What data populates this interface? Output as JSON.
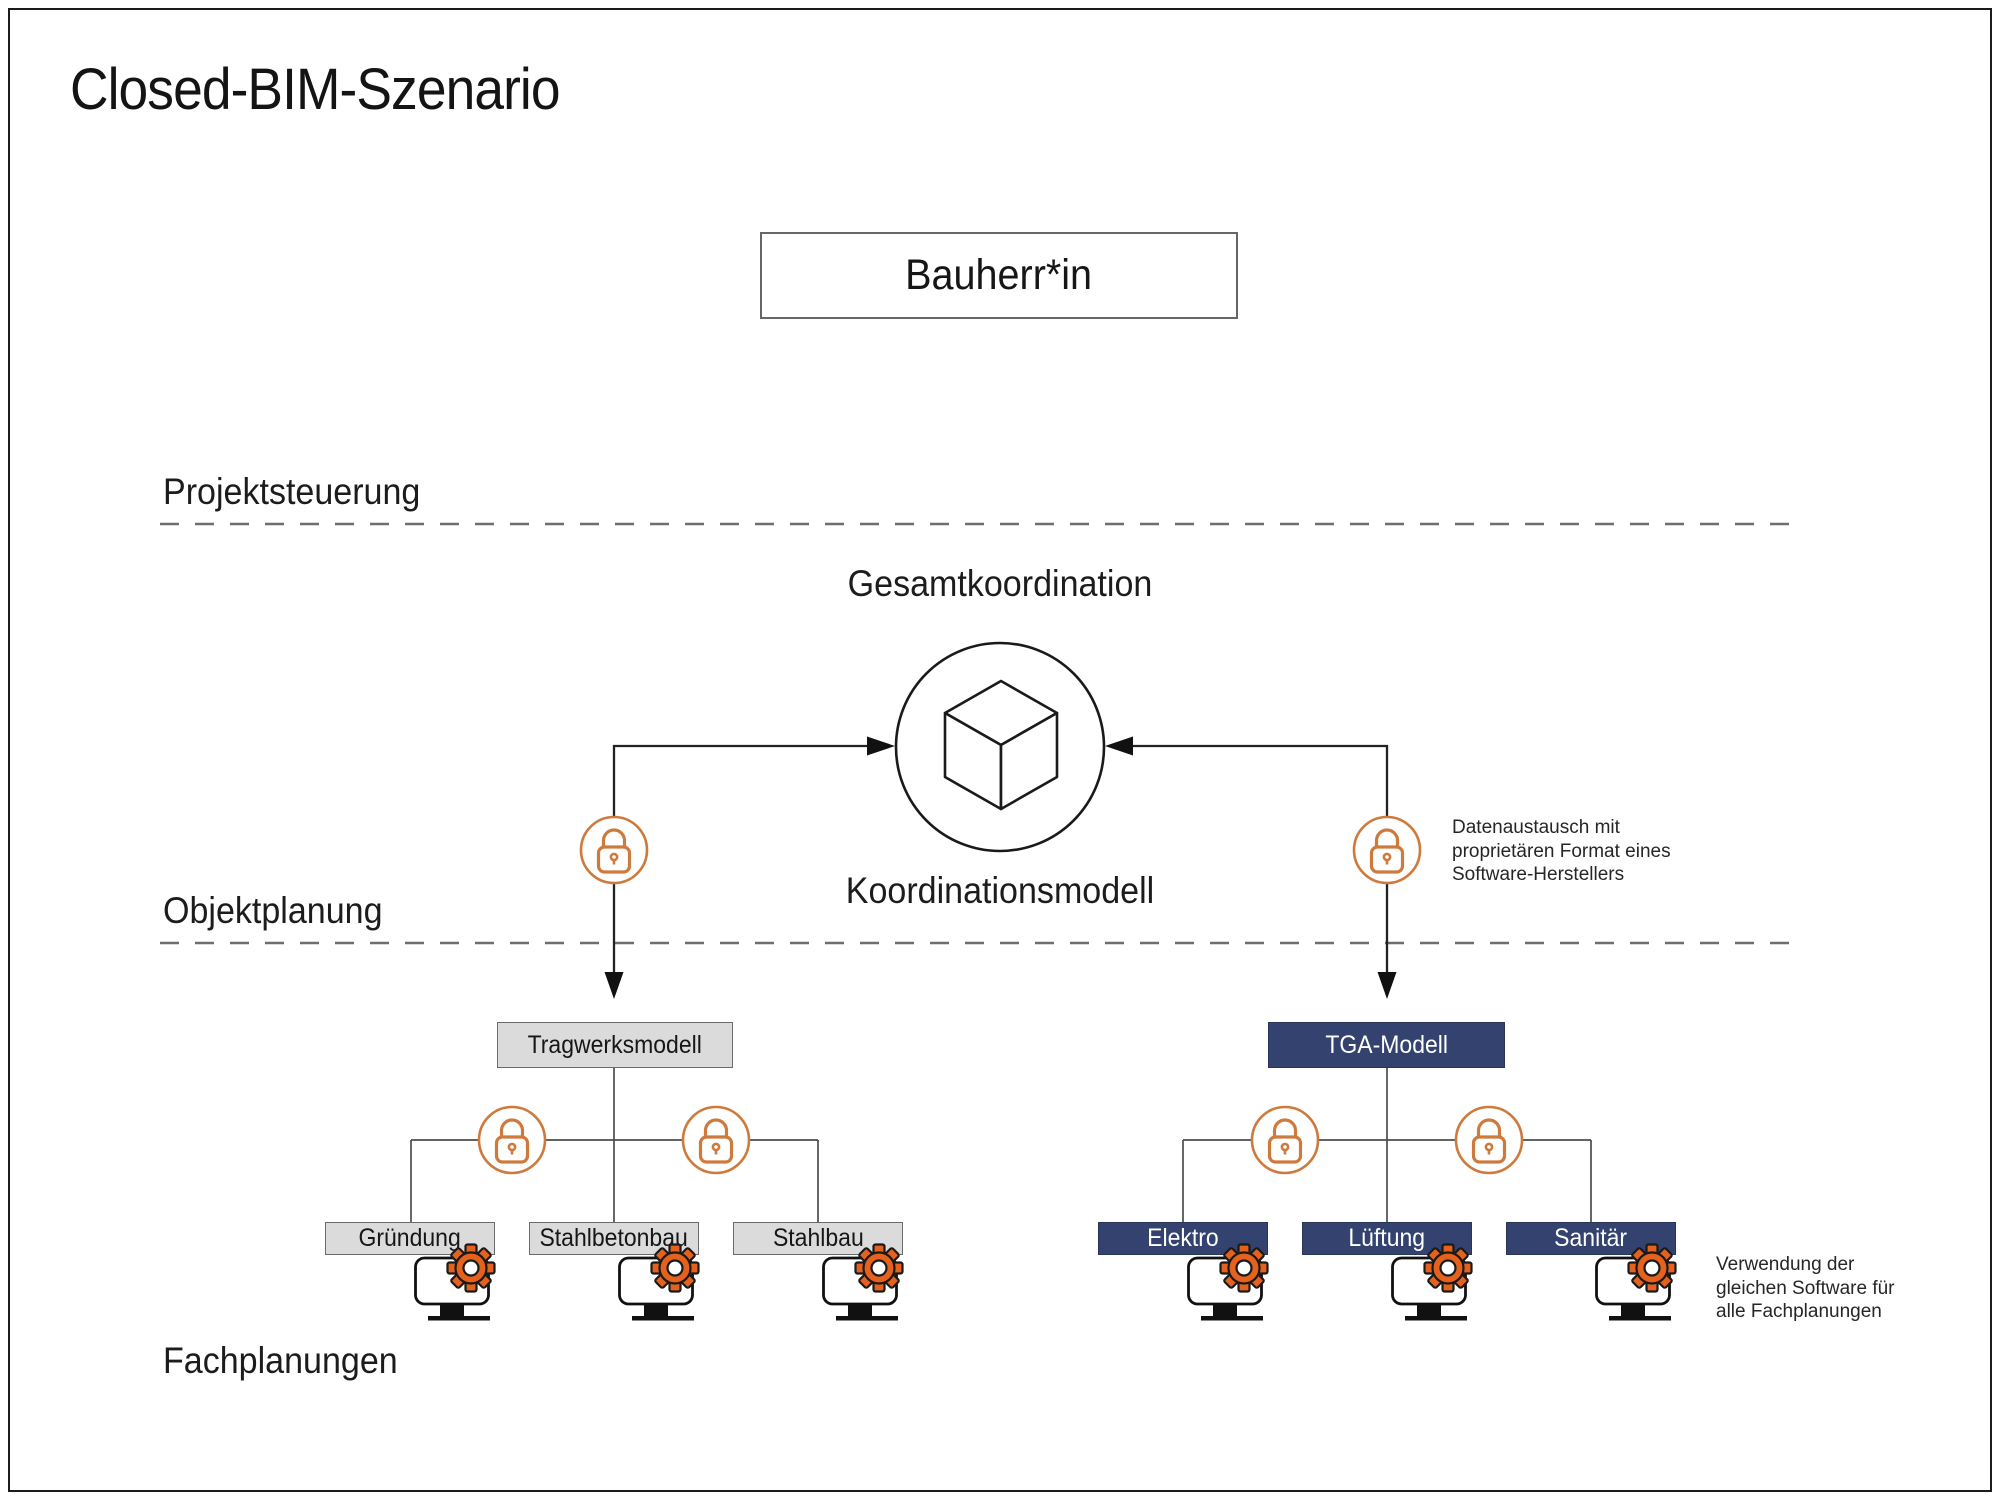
{
  "title": "Closed-BIM-Szenario",
  "bauherr": {
    "label": "Bauherr*in"
  },
  "sections": {
    "projektsteuerung": {
      "label": "Projektsteuerung"
    },
    "objektplanung": {
      "label": "Objektplanung"
    },
    "fachplanungen": {
      "label": "Fachplanungen"
    }
  },
  "coordination": {
    "top_label": "Gesamtkoordination",
    "bottom_label": "Koordinationsmodell"
  },
  "notes": {
    "data_exchange": "Datenaustausch mit\nproprietären Format eines\nSoftware-Herstellers",
    "same_software": "Verwendung der\ngleichen Software für\nalle Fachplanungen"
  },
  "left_branch": {
    "parent": "Tragwerksmodell",
    "children": [
      "Gründung",
      "Stahlbetonbau",
      "Stahlbau"
    ]
  },
  "right_branch": {
    "parent": "TGA-Modell",
    "children": [
      "Elektro",
      "Lüftung",
      "Sanitär"
    ]
  },
  "icons": {
    "cube": "cube-icon",
    "padlock": "padlock-icon",
    "workstation": "workstation-gear-icon"
  },
  "colors": {
    "navy": "#33426e",
    "box_gray": "#dbdbdb",
    "lock_orange": "#cf7a3d",
    "gear_orange": "#e4621d",
    "line_dark": "#222222",
    "dash_gray": "#6e6e6e"
  }
}
